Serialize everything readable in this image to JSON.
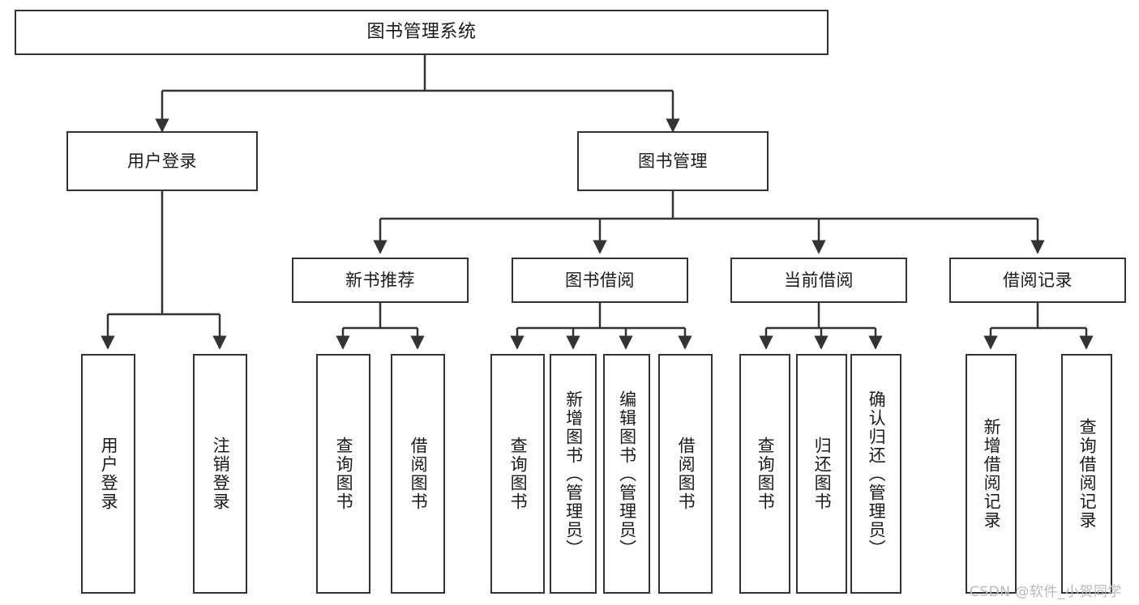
{
  "diagram": {
    "title": "图书管理系统",
    "type": "tree-hierarchy-diagram",
    "colors": {
      "box_border": "#333333",
      "box_fill": "#ffffff",
      "connector": "#333333",
      "text": "#1a1a1a",
      "watermark": "#b8b8b8",
      "background": "#ffffff"
    }
  },
  "root": {
    "label": "图书管理系统"
  },
  "level2": [
    {
      "label": "用户登录"
    },
    {
      "label": "图书管理"
    }
  ],
  "level3": [
    {
      "label": "新书推荐"
    },
    {
      "label": "图书借阅"
    },
    {
      "label": "当前借阅"
    },
    {
      "label": "借阅记录"
    }
  ],
  "leaves": {
    "user_login": [
      {
        "label": "用户登录"
      },
      {
        "label": "注销登录"
      }
    ],
    "new_book_recommend": [
      {
        "label": "查询图书"
      },
      {
        "label": "借阅图书"
      }
    ],
    "book_borrow": [
      {
        "label": "查询图书"
      },
      {
        "label": "新增图书（管理员）"
      },
      {
        "label": "编辑图书（管理员）"
      },
      {
        "label": "借阅图书"
      }
    ],
    "current_borrow": [
      {
        "label": "查询图书"
      },
      {
        "label": "归还图书"
      },
      {
        "label": "确认归还（管理员）"
      }
    ],
    "borrow_record": [
      {
        "label": "新增借阅记录"
      },
      {
        "label": "查询借阅记录"
      }
    ]
  },
  "watermark": {
    "text": "CSDN @软件_小贺同学"
  }
}
